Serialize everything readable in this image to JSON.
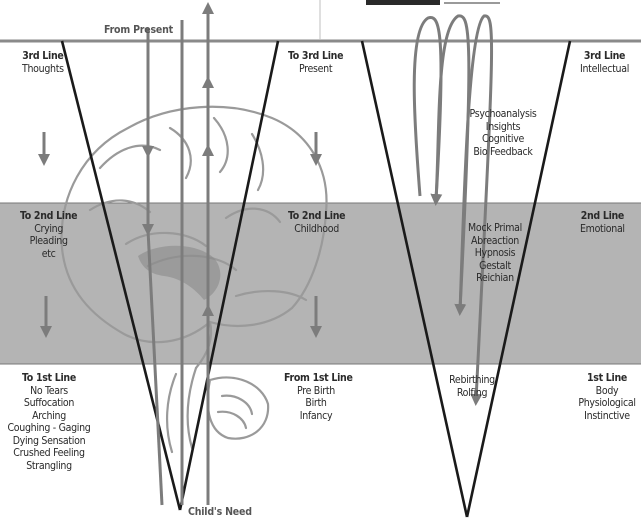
{
  "top_labels": {
    "from_present": "From Present"
  },
  "bottom_labels": {
    "childs_need": "Child's Need"
  },
  "left_panel": {
    "levels": [
      {
        "heading": "3rd Line",
        "lines": [
          "Thoughts"
        ]
      },
      {
        "heading": "To 3rd Line",
        "lines": [
          "Present"
        ]
      },
      {
        "heading": "To 2nd Line",
        "lines": [
          "Crying",
          "Pleading",
          "etc"
        ]
      },
      {
        "heading": "To 2nd Line",
        "lines": [
          "Childhood"
        ]
      },
      {
        "heading": "To 1st Line",
        "lines": [
          "No Tears",
          "Suffocation",
          "Arching",
          "Coughing - Gaging",
          "Dying Sensation",
          "Crushed Feeling",
          "Strangling"
        ]
      },
      {
        "heading": "From 1st Line",
        "lines": [
          "Pre Birth",
          "Birth",
          "Infancy"
        ]
      }
    ]
  },
  "right_panel": {
    "lines": [
      {
        "heading": "3rd Line",
        "lines": [
          "Intellectual"
        ]
      },
      {
        "heading": "2nd Line",
        "lines": [
          "Emotional"
        ]
      },
      {
        "heading": "1st Line",
        "lines": [
          "Body",
          "Physiological",
          "Instinctive"
        ]
      }
    ],
    "therapies_upper": [
      "Psychoanalysis",
      "Insights",
      "Cognitive",
      "Bio Feedback"
    ],
    "therapies_middle": [
      "Mock Primal",
      "Abreaction",
      "Hypnosis",
      "Gestalt",
      "Reichian"
    ],
    "therapies_lower": [
      "Rebirthing",
      "Rolfing"
    ]
  }
}
